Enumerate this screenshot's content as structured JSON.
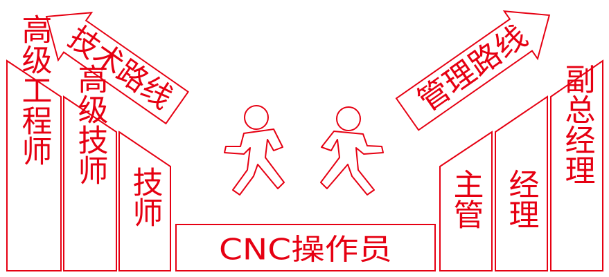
{
  "colors": {
    "accent": "#e60012",
    "background": "#ffffff"
  },
  "arrows": {
    "left": {
      "label": "技术路线"
    },
    "right": {
      "label": "管理路线"
    }
  },
  "bars": {
    "left": [
      {
        "label": "高级工程师"
      },
      {
        "label": "高级技师"
      },
      {
        "label": "技师"
      }
    ],
    "right": [
      {
        "label": "主管"
      },
      {
        "label": "经理"
      },
      {
        "label": "副总经理"
      }
    ]
  },
  "base": {
    "label": "CNC操作员"
  },
  "figures": [
    "walking-person-left",
    "walking-person-right"
  ]
}
